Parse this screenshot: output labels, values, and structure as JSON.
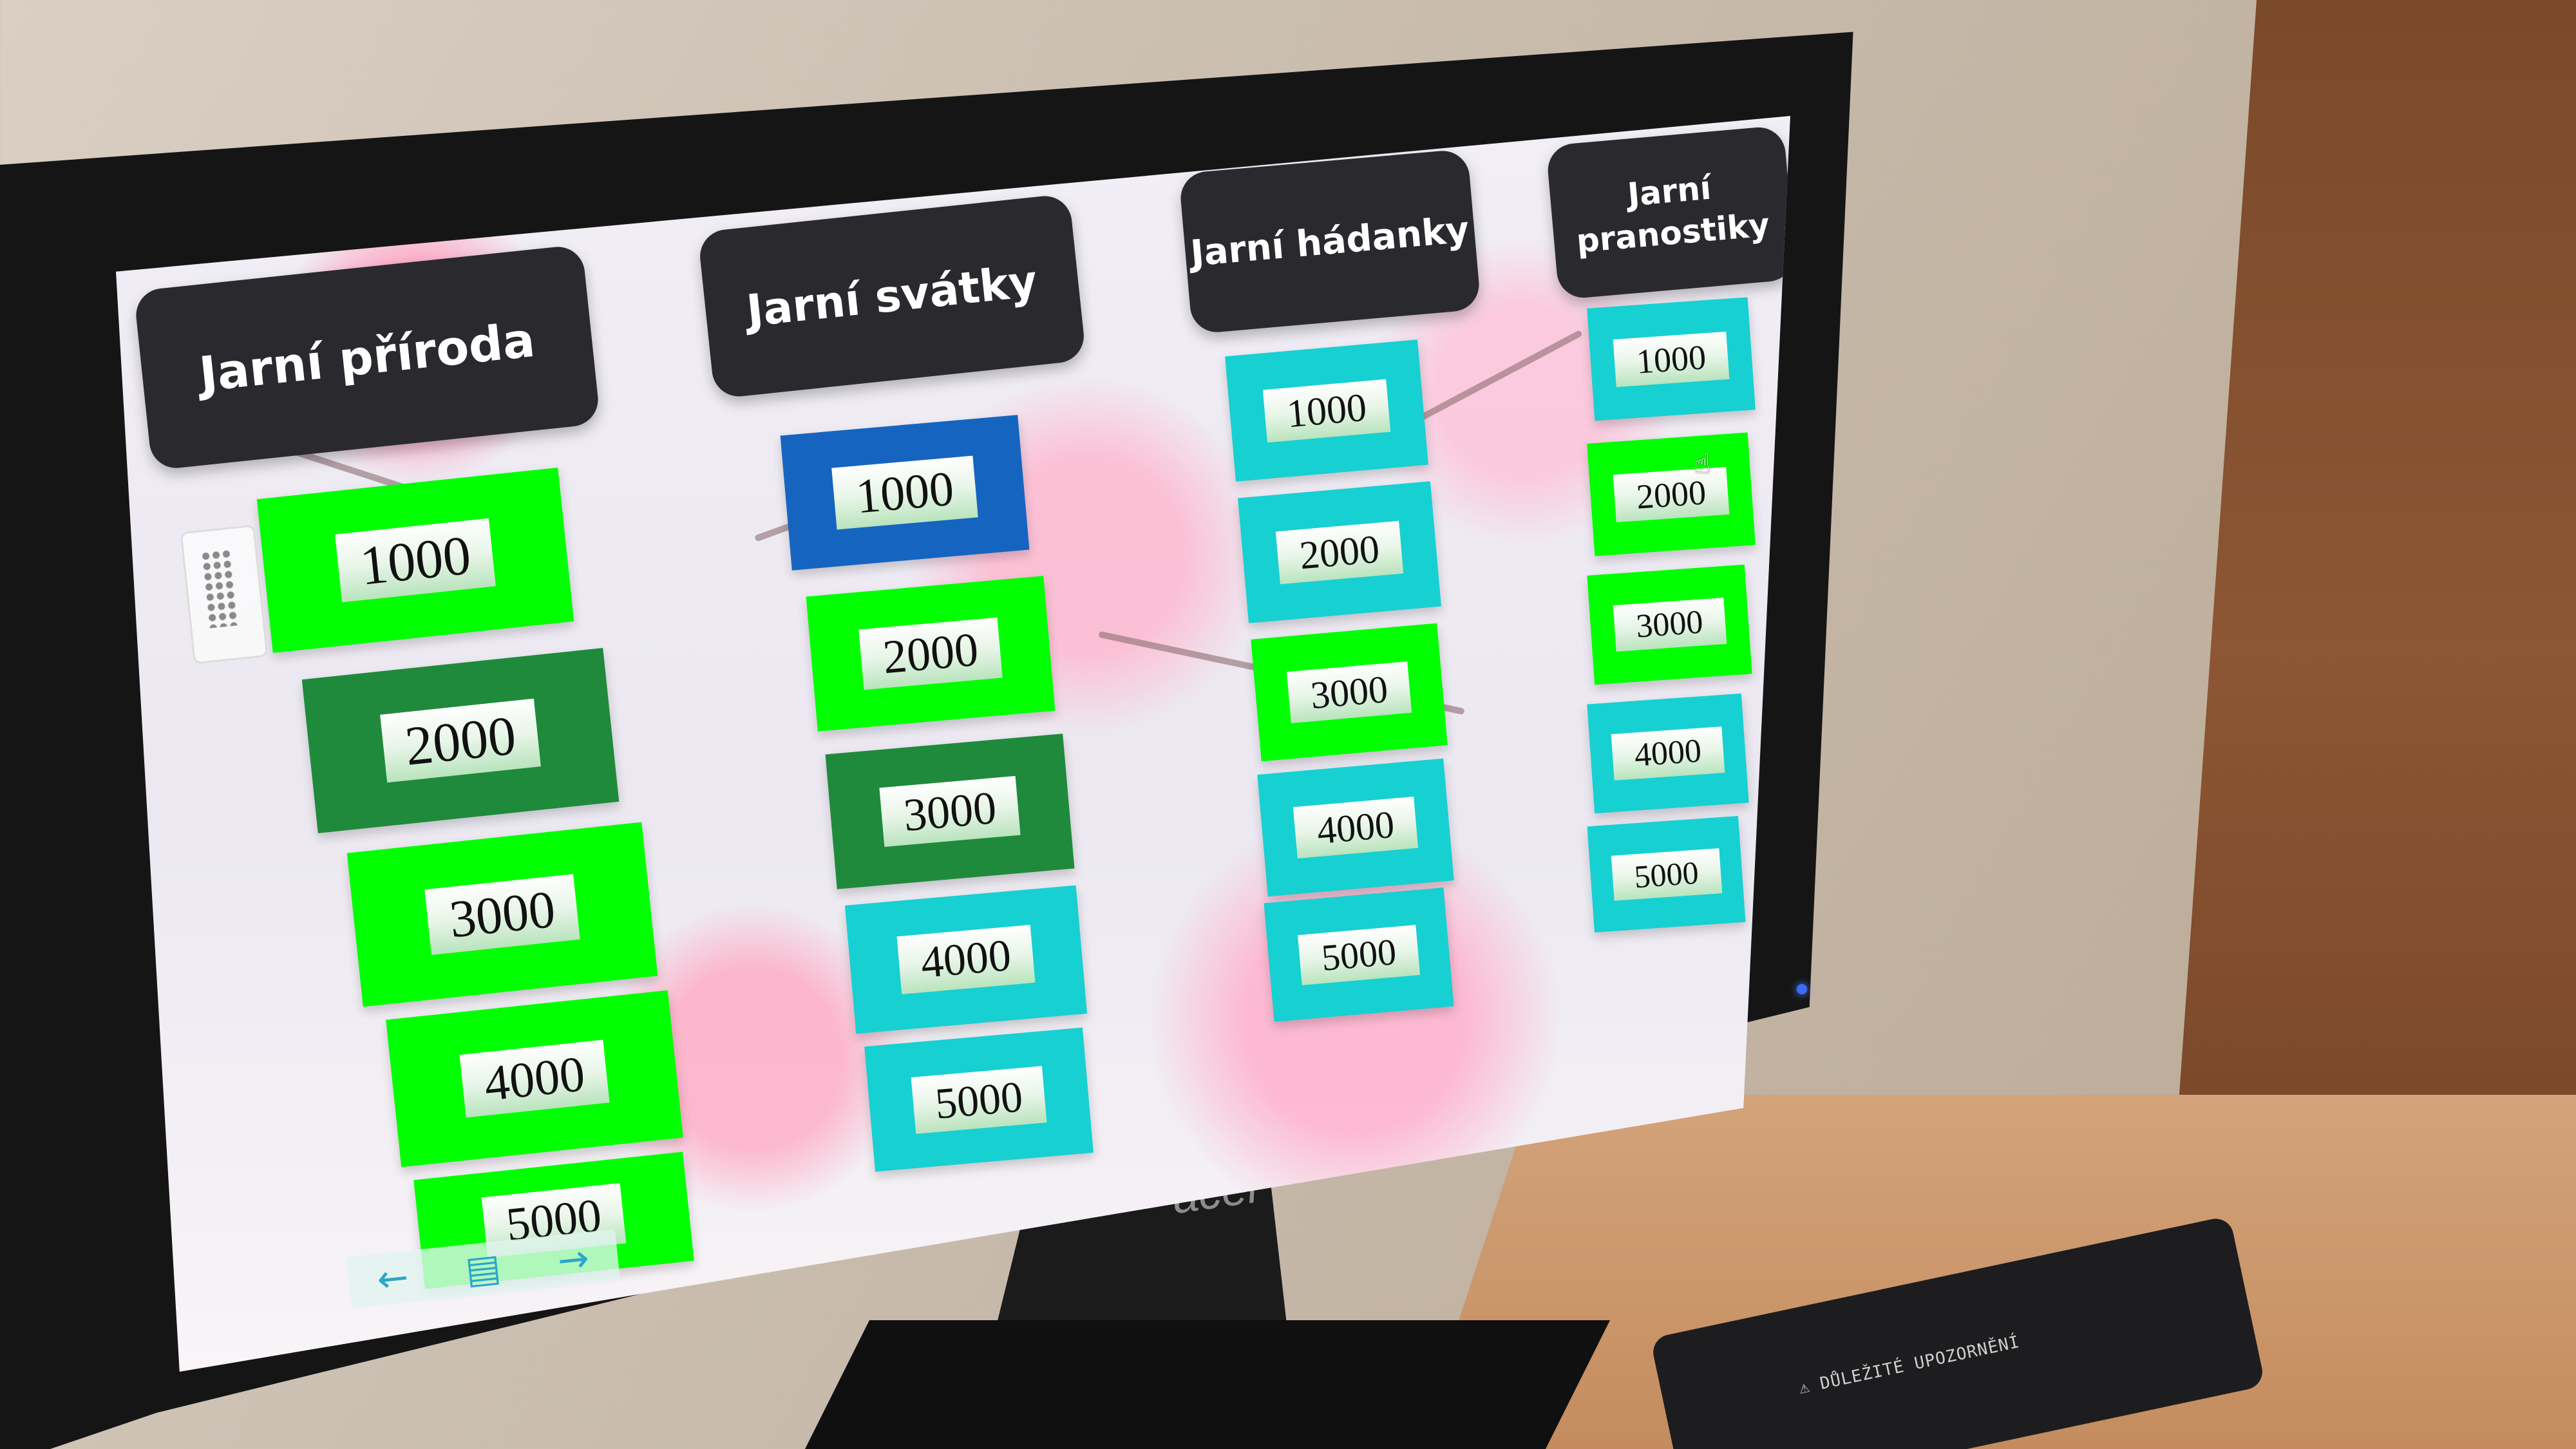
{
  "monitor": {
    "brand": "acer"
  },
  "keyboard": {
    "warning_label": "⚠ DŮLEŽITÉ UPOZORNĚNÍ"
  },
  "board": {
    "columns": [
      {
        "title": "Jarní příroda",
        "tiles": [
          "1000",
          "2000",
          "3000",
          "4000",
          "5000"
        ]
      },
      {
        "title": "Jarní svátky",
        "tiles": [
          "1000",
          "2000",
          "3000",
          "4000",
          "5000"
        ]
      },
      {
        "title": "Jarní hádanky",
        "tiles": [
          "1000",
          "2000",
          "3000",
          "4000",
          "5000"
        ]
      },
      {
        "title": "Jarní pranostiky",
        "tiles": [
          "1000",
          "2000",
          "3000",
          "4000",
          "5000"
        ]
      }
    ],
    "nav": {
      "left_arrow": "←",
      "middle_icon": "▤",
      "right_arrow": "→"
    },
    "colors": {
      "green": "#00ff00",
      "dark_green": "#1f8a3b",
      "blue": "#1565c0",
      "cyan": "#17d0d2",
      "header": "#2a2a2e"
    },
    "cursor_icon": "☝"
  }
}
